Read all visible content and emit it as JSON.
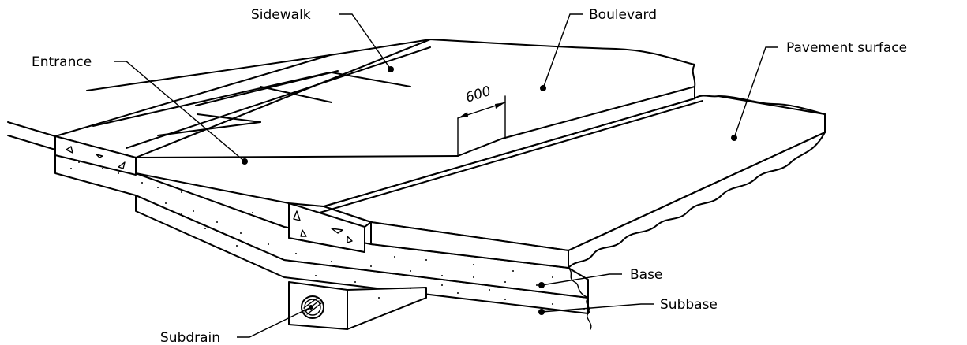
{
  "labels": {
    "sidewalk": "Sidewalk",
    "boulevard": "Boulevard",
    "pavement_surface": "Pavement surface",
    "entrance": "Entrance",
    "base": "Base",
    "subbase": "Subbase",
    "subdrain": "Subdrain"
  },
  "dimension": {
    "boulevard_width": "600"
  },
  "colors": {
    "line": "#000000",
    "background": "#ffffff"
  }
}
